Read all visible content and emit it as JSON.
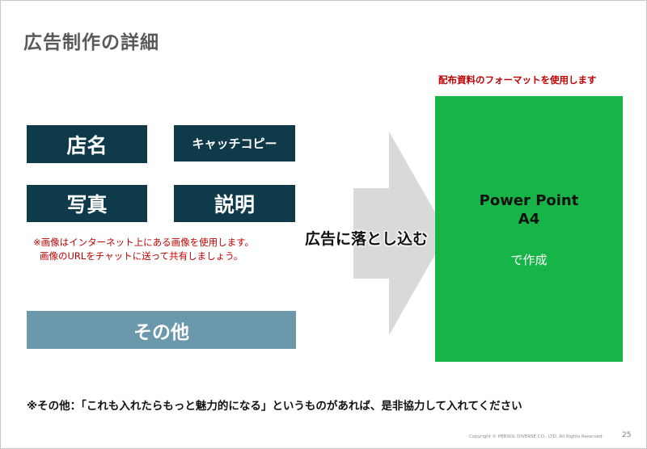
{
  "title": "広告制作の詳細",
  "items": {
    "store_name": "店名",
    "catch_copy": "キャッチコピー",
    "photo": "写真",
    "description": "説明",
    "other": "その他"
  },
  "note": {
    "line1": "※画像はインターネット上にある画像を使用します。",
    "line2": "画像のURLをチャットに送って共有しましょう。"
  },
  "arrow_label": "広告に落とし込む",
  "format": {
    "label": "配布資料のフォーマットを使用します",
    "title_line1": "Power Point",
    "title_line2": "A4",
    "subtitle": "で作成"
  },
  "footer_note": "※その他：「これも入れたらもっと魅力的になる」というものがあれば、是非協力して入れてください",
  "copyright": "Copyright © PERSOL DIVERSE CO., LTD. All Rights Reserved.",
  "page_number": "25",
  "colors": {
    "dark_box": "#0f3a4a",
    "light_box": "#6b98ab",
    "green_box": "#17b447",
    "red_text": "#c00000",
    "arrow": "#d9d9d9",
    "title": "#595959"
  }
}
